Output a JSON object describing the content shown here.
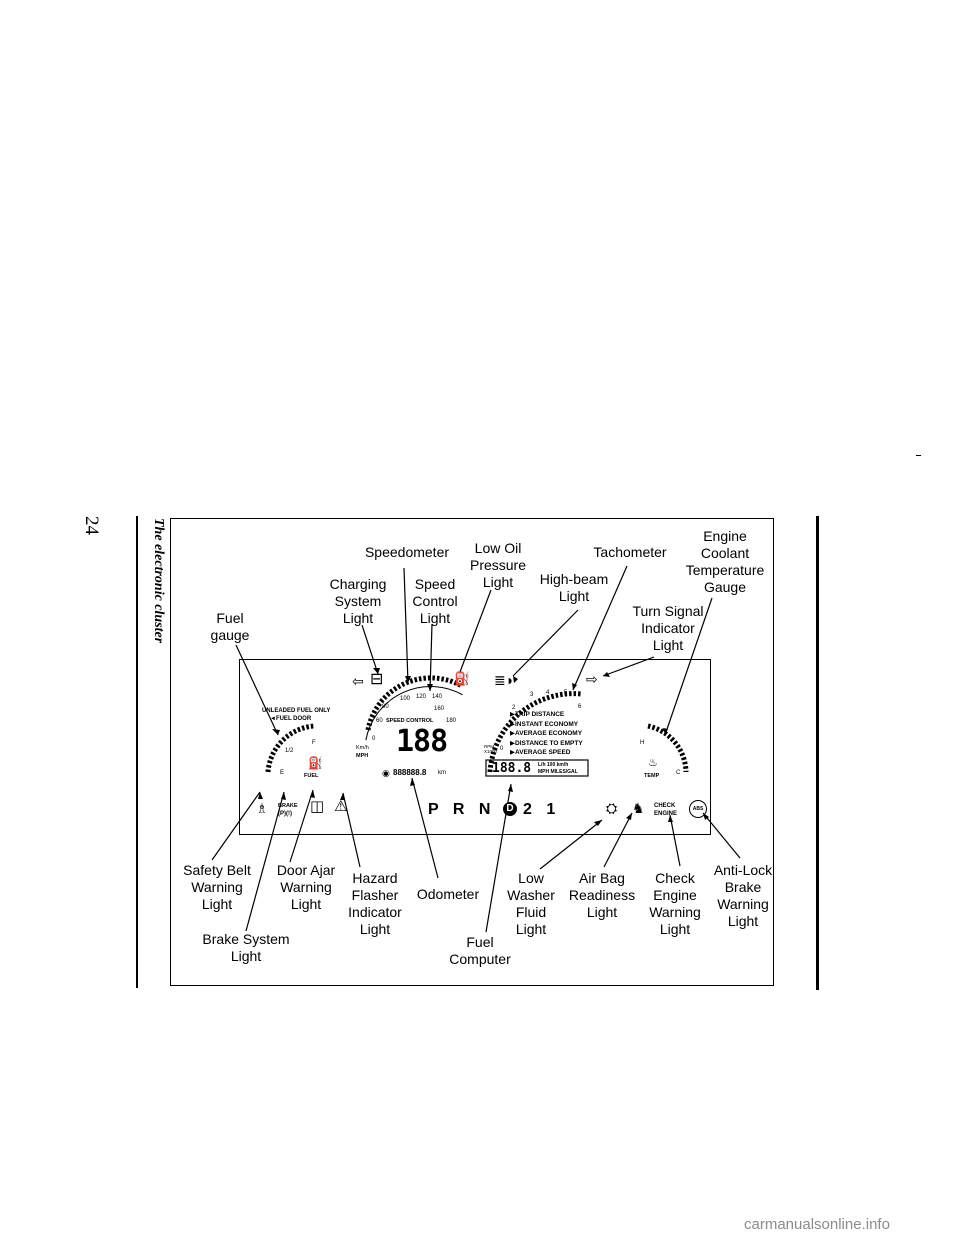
{
  "page": {
    "number": "24",
    "section_title": "The electronic cluster",
    "watermark": "carmanualsonline.info"
  },
  "callouts": {
    "speedometer": "Speedometer",
    "low_oil": "Low Oil\nPressure\nLight",
    "tachometer": "Tachometer",
    "coolant_gauge": "Engine\nCoolant\nTemperature\nGauge",
    "charging": "Charging\nSystem\nLight",
    "speed_control": "Speed\nControl\nLight",
    "high_beam": "High-beam\nLight",
    "fuel_gauge": "Fuel\ngauge",
    "turn_signal": "Turn Signal\nIndicator\nLight",
    "safety_belt": "Safety Belt\nWarning\nLight",
    "door_ajar": "Door Ajar\nWarning\nLight",
    "hazard": "Hazard\nFlasher\nIndicator\nLight",
    "odometer": "Odometer",
    "low_washer": "Low\nWasher\nFluid\nLight",
    "air_bag": "Air Bag\nReadiness\nLight",
    "check_engine": "Check\nEngine\nWarning\nLight",
    "anti_lock": "Anti-Lock\nBrake\nWarning\nLight",
    "brake_system": "Brake System\nLight",
    "fuel_computer": "Fuel\nComputer"
  },
  "cluster": {
    "fuel_notice_1": "UNLEADED FUEL ONLY",
    "fuel_notice_2": "◄FUEL DOOR",
    "fuel_half": "1/2",
    "fuel_f": "F",
    "fuel_e": "E",
    "fuel_label": "FUEL",
    "speed_ticks": [
      "60",
      "80",
      "100",
      "120",
      "140",
      "160",
      "180"
    ],
    "speed_zero": "0",
    "speed_control_label": "SPEED CONTROL",
    "kmh": "Km/h",
    "mph": "MPH",
    "speed_digits": "188",
    "odometer_digits": "888888.8",
    "odometer_unit": "km",
    "tach_ticks": [
      "2",
      "3",
      "4",
      "5",
      "6"
    ],
    "tach_zero": "0",
    "rpm_label": "RPM\nX1000",
    "menu": [
      "▶TRIP DISTANCE",
      "▶INSTANT ECONOMY",
      "▶AVERAGE ECONOMY",
      "▶DISTANCE TO EMPTY",
      "▶AVERAGE SPEED"
    ],
    "computer_digits": "188.8",
    "computer_units_1": "L/h 100 km/h",
    "computer_units_2": "MPH MILES/GAL",
    "temp_h": "H",
    "temp_c": "C",
    "temp_label": "TEMP",
    "brake_label": "BRAKE",
    "brake_symbol": "(P)(!)",
    "prnd": "P R N",
    "prnd_tail": "2 1",
    "prnd_drive": "D",
    "check_engine_label": "CHECK\nENGINE",
    "abs_label": "ABS"
  }
}
